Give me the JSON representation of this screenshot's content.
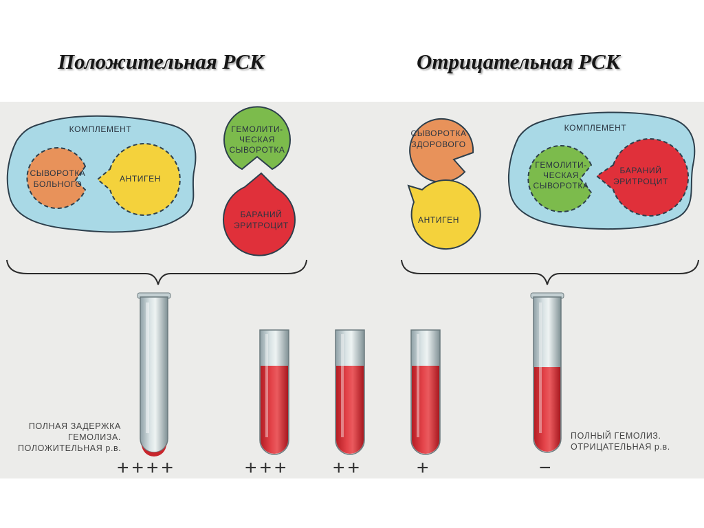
{
  "titles": {
    "positive": "Положительная РСК",
    "negative": "Отрицательная РСК"
  },
  "left_complex": {
    "complement": "КОМПЛЕМЕНТ",
    "patient_serum": [
      "СЫВОРОТКА",
      "БОЛЬНОГО"
    ],
    "antigen": "АНТИГЕН"
  },
  "left_free": {
    "hemolytic_serum": [
      "ГЕМОЛИТИ-",
      "ЧЕСКАЯ",
      "СЫВОРОТКА"
    ],
    "sheep_erythrocyte": [
      "БАРАНИЙ",
      "ЭРИТРОЦИТ"
    ]
  },
  "right_free": {
    "healthy_serum": [
      "СЫВОРОТКА",
      "ЗДОРОВОГО"
    ],
    "antigen": "АНТИГЕН"
  },
  "right_complex": {
    "complement": "КОМПЛЕМЕНТ",
    "hemolytic_serum": [
      "ГЕМОЛИТИ-",
      "ЧЕСКАЯ",
      "СЫВОРОТКА"
    ],
    "sheep_erythrocyte": [
      "БАРАНИЙ",
      "ЭРИТРОЦИТ"
    ]
  },
  "notes": {
    "positive": [
      "ПОЛНАЯ ЗАДЕРЖКА",
      "ГЕМОЛИЗА.",
      "ПОЛОЖИТЕЛЬНАЯ р.в."
    ],
    "negative": [
      "ПОЛНЫЙ ГЕМОЛИЗ.",
      "ОТРИЦАТЕЛЬНАЯ р.в."
    ]
  },
  "tubes": [
    {
      "mark": "++++",
      "fill": "clear"
    },
    {
      "mark": "+++",
      "fill": "red"
    },
    {
      "mark": "++",
      "fill": "red"
    },
    {
      "mark": "+",
      "fill": "red"
    },
    {
      "mark": "−",
      "fill": "red"
    }
  ],
  "colors": {
    "complement_blob": "#a9d9e6",
    "serum_orange": "#e8925a",
    "antigen_yellow": "#f4d23c",
    "hemolytic_green": "#7cbb4c",
    "erythrocyte_red": "#e0303a",
    "blood_red": "#d8282e"
  }
}
